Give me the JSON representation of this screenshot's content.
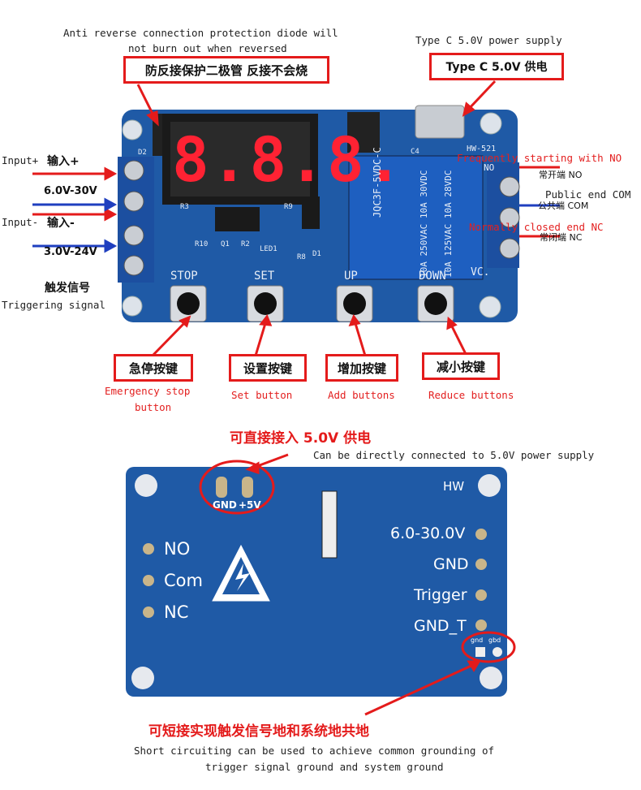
{
  "top": {
    "diode_en_line1": "Anti reverse connection protection diode will",
    "diode_en_line2": "not burn out when reversed",
    "diode_cn": "防反接保护二极管 反接不会烧",
    "typec_en": "Type C 5.0V power supply",
    "typec_cn": "Type C 5.0V 供电",
    "input_plus_en": "Input+",
    "input_plus_cn": "输入+",
    "range_plus": "6.0V-30V",
    "input_minus_en": "Input-",
    "input_minus_cn": "输入-",
    "range_minus": "3.0V-24V",
    "trigger_cn": "触发信号",
    "trigger_en": "Triggering signal",
    "no_en": "Frequently starting with NO",
    "no_cn": "常开端 NO",
    "com_en": "Public end COM",
    "com_cn": "公共端 COM",
    "nc_en": "Normally closed end NC",
    "nc_cn": "常闭端 NC",
    "stop_cn": "急停按键",
    "stop_en_line1": "Emergency stop",
    "stop_en_line2": "button",
    "set_cn": "设置按键",
    "set_en": "Set button",
    "add_cn": "增加按键",
    "add_en": "Add buttons",
    "reduce_cn": "减小按键",
    "reduce_en": "Reduce buttons"
  },
  "board_top": {
    "display_digits": "8.8.8.",
    "silk_stop": "STOP",
    "silk_set": "SET",
    "silk_up": "UP",
    "silk_down": "DOWN",
    "silk_model": "HW-521",
    "silk_d2": "D2",
    "silk_r3": "R3",
    "silk_r9": "R9",
    "silk_r10": "R10",
    "silk_q1": "Q1",
    "silk_r2": "R2",
    "silk_led1": "LED1",
    "silk_r8": "R8",
    "silk_d1": "D1",
    "silk_c4": "C4",
    "silk_no": "NO",
    "silk_vc": "VC.",
    "relay_model": "JQC3F-5VDC-C",
    "relay_rating1": "10A 250VAC 10A 30VDC",
    "relay_rating2": "10A 125VAC 10A 28VDC"
  },
  "bottom": {
    "direct_cn": "可直接接入 5.0V 供电",
    "direct_en": "Can be directly connected to 5.0V power supply",
    "short_cn": "可短接实现触发信号地和系统地共地",
    "short_en_line1": "Short circuiting can be used to achieve common grounding of",
    "short_en_line2": "trigger signal ground and system ground"
  },
  "board_bottom": {
    "silk_gnd": "GND",
    "silk_5v": "+5V",
    "silk_hw": "HW",
    "silk_no": "NO",
    "silk_com": "Com",
    "silk_nc": "NC",
    "silk_range": "6.0-30.0V",
    "silk_gnd2": "GND",
    "silk_trigger": "Trigger",
    "silk_gnd_t": "GND_T",
    "silk_gnd_small": "gnd",
    "silk_gbd_small": "gbd"
  },
  "colors": {
    "pcb": "#1f5aa6",
    "pcb_dark": "#17447f",
    "relay": "#1e5fc0",
    "callout_red": "#e41b1b",
    "arrow_blue": "#1f3fbf"
  }
}
